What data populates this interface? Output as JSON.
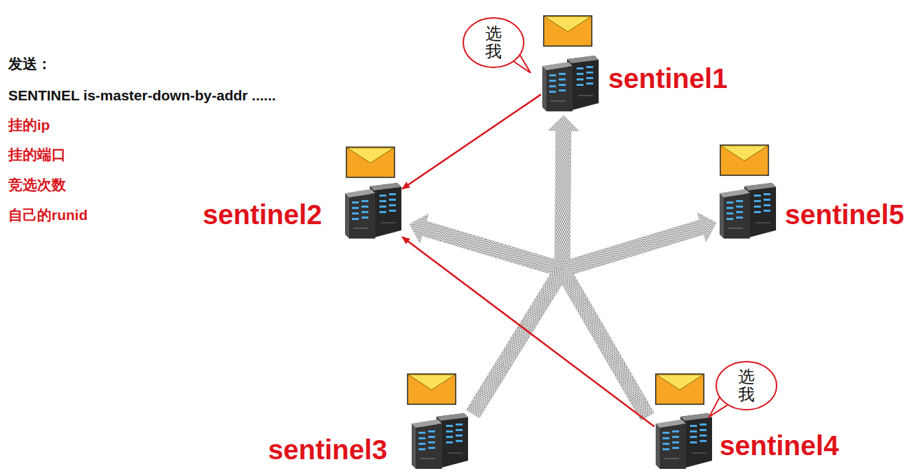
{
  "diagram": {
    "nodes": [
      {
        "text": [
          "选我"
        ]
      },
      {
        "text": [
          "sentinel1"
        ]
      },
      {
        "text": [
          "sentinel2"
        ]
      },
      {
        "text": [
          "sentinel5"
        ]
      },
      {
        "text": [
          "sentinel3"
        ]
      },
      {
        "text": [
          "sentinel4"
        ]
      },
      {
        "text": [
          "选我"
        ]
      }
    ],
    "edges": [
      {
        "from": 1,
        "to": 2,
        "arrow": "to"
      },
      {
        "from": 5,
        "to": 2,
        "arrow": "to"
      }
    ],
    "labels": [
      "发送：",
      "SENTINEL is-master-down-by-addr ......",
      "挂的ip",
      "挂的端口",
      "竞选次数",
      "自己的runid"
    ]
  }
}
